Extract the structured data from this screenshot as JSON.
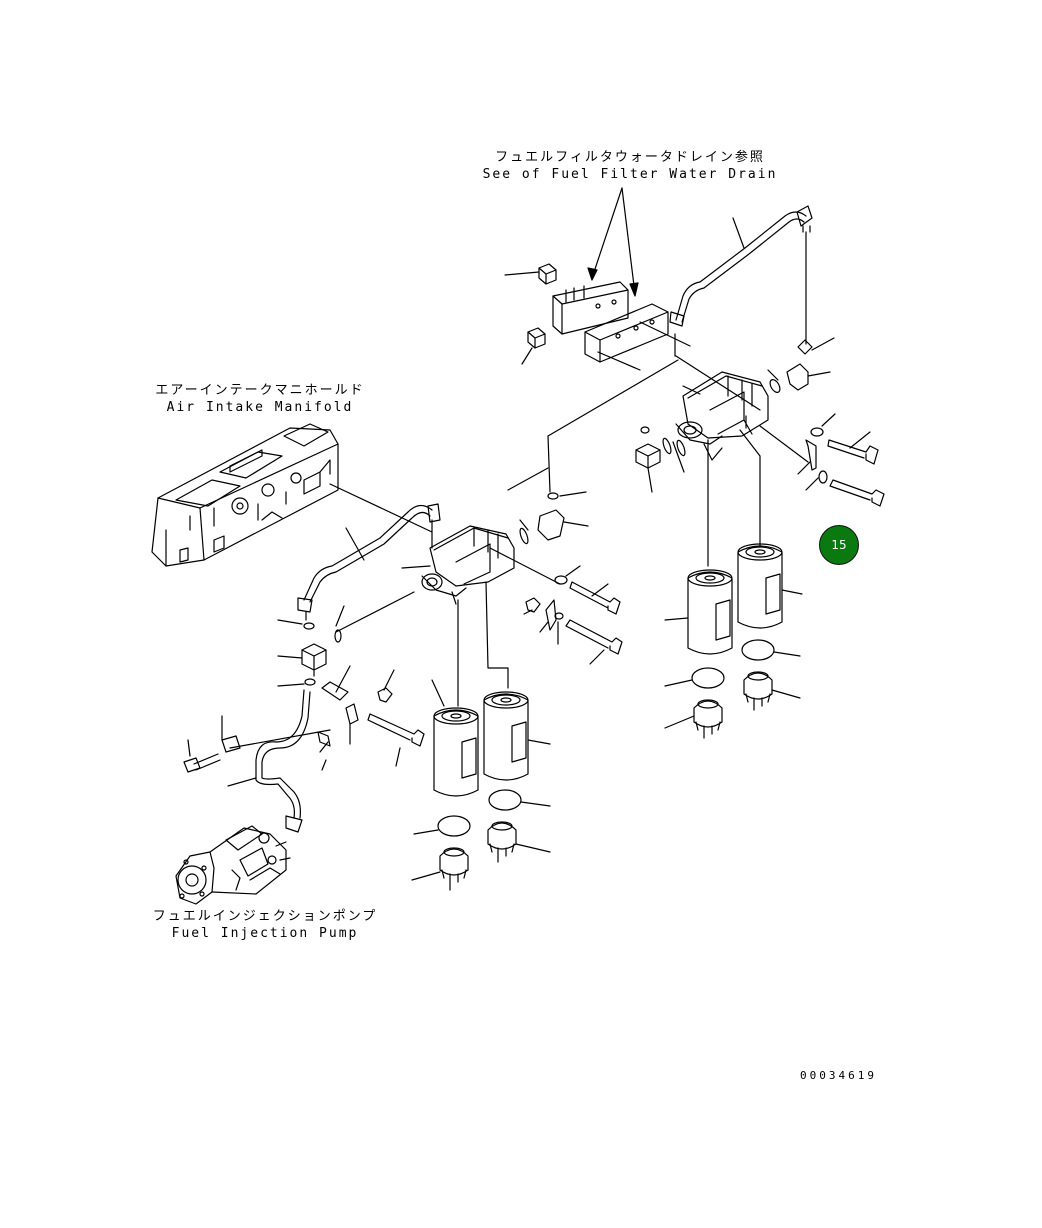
{
  "callouts": {
    "water_drain": {
      "jp": "フュエルフィルタウォータドレイン参照",
      "en": "See of Fuel Filter Water Drain"
    },
    "air_intake": {
      "jp": "エアーインテークマニホールド",
      "en": "Air Intake Manifold"
    },
    "injection_pump": {
      "jp": "フュエルインジェクションポンプ",
      "en": "Fuel Injection Pump"
    }
  },
  "highlight_badge": {
    "label": "15",
    "color": "#0a7a10"
  },
  "drawing_number": "00034619"
}
